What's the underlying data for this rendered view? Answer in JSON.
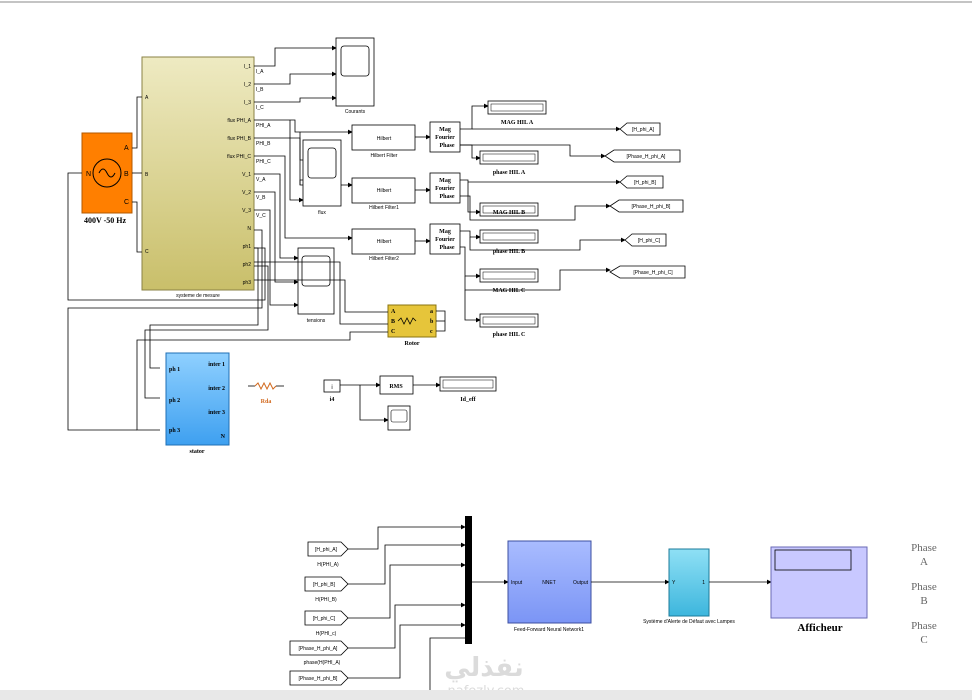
{
  "source": {
    "label": "400V -50 Hz",
    "port_n": "N",
    "port_a": "A",
    "port_b": "B",
    "port_c": "C"
  },
  "measure": {
    "label": "systeme de mesure",
    "in_ports": [
      "A",
      "B",
      "C"
    ],
    "out_ports": [
      "I_1",
      "I_2",
      "I_3",
      "flux PHI_A",
      "flux PHI_B",
      "flux PHI_C",
      "V_1",
      "V_2",
      "V_3",
      "N",
      "ph1",
      "ph2",
      "ph3"
    ]
  },
  "signals": {
    "ia": "I_A",
    "ib": "I_B",
    "ic": "I_C",
    "phia": "PHI_A",
    "phib": "PHI_B",
    "phic": "PHI_C",
    "va": "V_A",
    "vb": "V_B",
    "vc": "V_C"
  },
  "scopes": {
    "courants": "Courants",
    "flux": "flux",
    "tensions": "tensions"
  },
  "hilbert": [
    {
      "label": "Hilbert Filter",
      "inner": "Hilbert"
    },
    {
      "label": "Hilbert Filter1",
      "inner": "Hilbert"
    },
    {
      "label": "Hilbert Filter2",
      "inner": "Hilbert"
    }
  ],
  "fourier": {
    "mag": "Mag",
    "name": "Fourier",
    "phase": "Phase"
  },
  "displays": [
    "MAG HIL A",
    "phase HIL A",
    "MAG HIL B",
    "phase HIL B",
    "MAG HIL C",
    "phase HIL C"
  ],
  "gotos": [
    "[H_phi_A]",
    "[Phase_H_phi_A]",
    "[H_phi_B]",
    "[Phase_H_phi_B]",
    "[H_phi_C]",
    "[Phase_H_phi_C]"
  ],
  "rotor": {
    "label": "Rotor",
    "ports_left": [
      "A",
      "B",
      "C"
    ],
    "ports_right": [
      "a",
      "b",
      "c"
    ]
  },
  "stator": {
    "label": "stator",
    "in_ports": [
      "ph 1",
      "ph 2",
      "ph 3"
    ],
    "out_ports": [
      "inter 1",
      "inter 2",
      "inter 3",
      "N"
    ]
  },
  "rda": {
    "label": "Rda"
  },
  "current": {
    "label": "i4",
    "rms": "RMS",
    "display": "Id_eff"
  },
  "froms": [
    {
      "tag": "[H_phi_A]",
      "label": "H(PHI_A)"
    },
    {
      "tag": "[H_phi_B]",
      "label": "H(PHI_B)"
    },
    {
      "tag": "[H_phi_C]",
      "label": "H(PHI_c)"
    },
    {
      "tag": "[Phase_H_phi_A]",
      "label": "phase(H(PHI_A)"
    },
    {
      "tag": "[Phase_H_phi_B]",
      "label": ""
    }
  ],
  "nnet": {
    "label": "Feed-Forward Neural Network1",
    "inner": "NNET",
    "input": "Input",
    "output": "Output"
  },
  "alert": {
    "label": "Système d'Alerte de Défaut avec Lampes",
    "in": "Y",
    "out": "1"
  },
  "afficheur": {
    "label": "Afficheur"
  },
  "phases": [
    {
      "word": "Phase",
      "letter": "A"
    },
    {
      "word": "Phase",
      "letter": "B"
    },
    {
      "word": "Phase",
      "letter": "C"
    }
  ],
  "watermark": {
    "arabic": "نفذلي",
    "latin": "nafezly.com"
  },
  "colors": {
    "source": "#ff7f00",
    "measure": "#d8d08a",
    "rotor": "#e6c53a",
    "stator": "#5ab4ff",
    "nnet": "#8fa8ff",
    "alert": "#5cc8e8",
    "afficheur": "#c8c8ff"
  }
}
